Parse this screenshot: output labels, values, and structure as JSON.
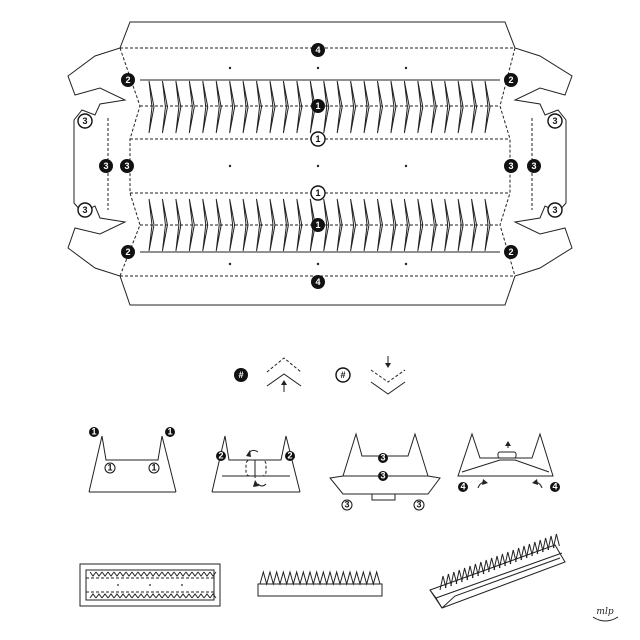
{
  "template": {
    "fold_numbers": {
      "n1": "1",
      "n2": "2",
      "n3": "3",
      "n4": "4"
    },
    "tooth_count": 26
  },
  "legend": {
    "mountain_symbol": "#",
    "valley_symbol": "#"
  },
  "steps": {
    "step1": {
      "numbers": [
        "1",
        "1",
        "1",
        "1"
      ]
    },
    "step2": {
      "numbers": [
        "2",
        "2"
      ]
    },
    "step3": {
      "numbers": [
        "3",
        "3",
        "3",
        "3"
      ]
    },
    "step4": {
      "numbers": [
        "4",
        "4"
      ]
    }
  },
  "results": {
    "tooth_count": 18
  },
  "signature": "mlp"
}
